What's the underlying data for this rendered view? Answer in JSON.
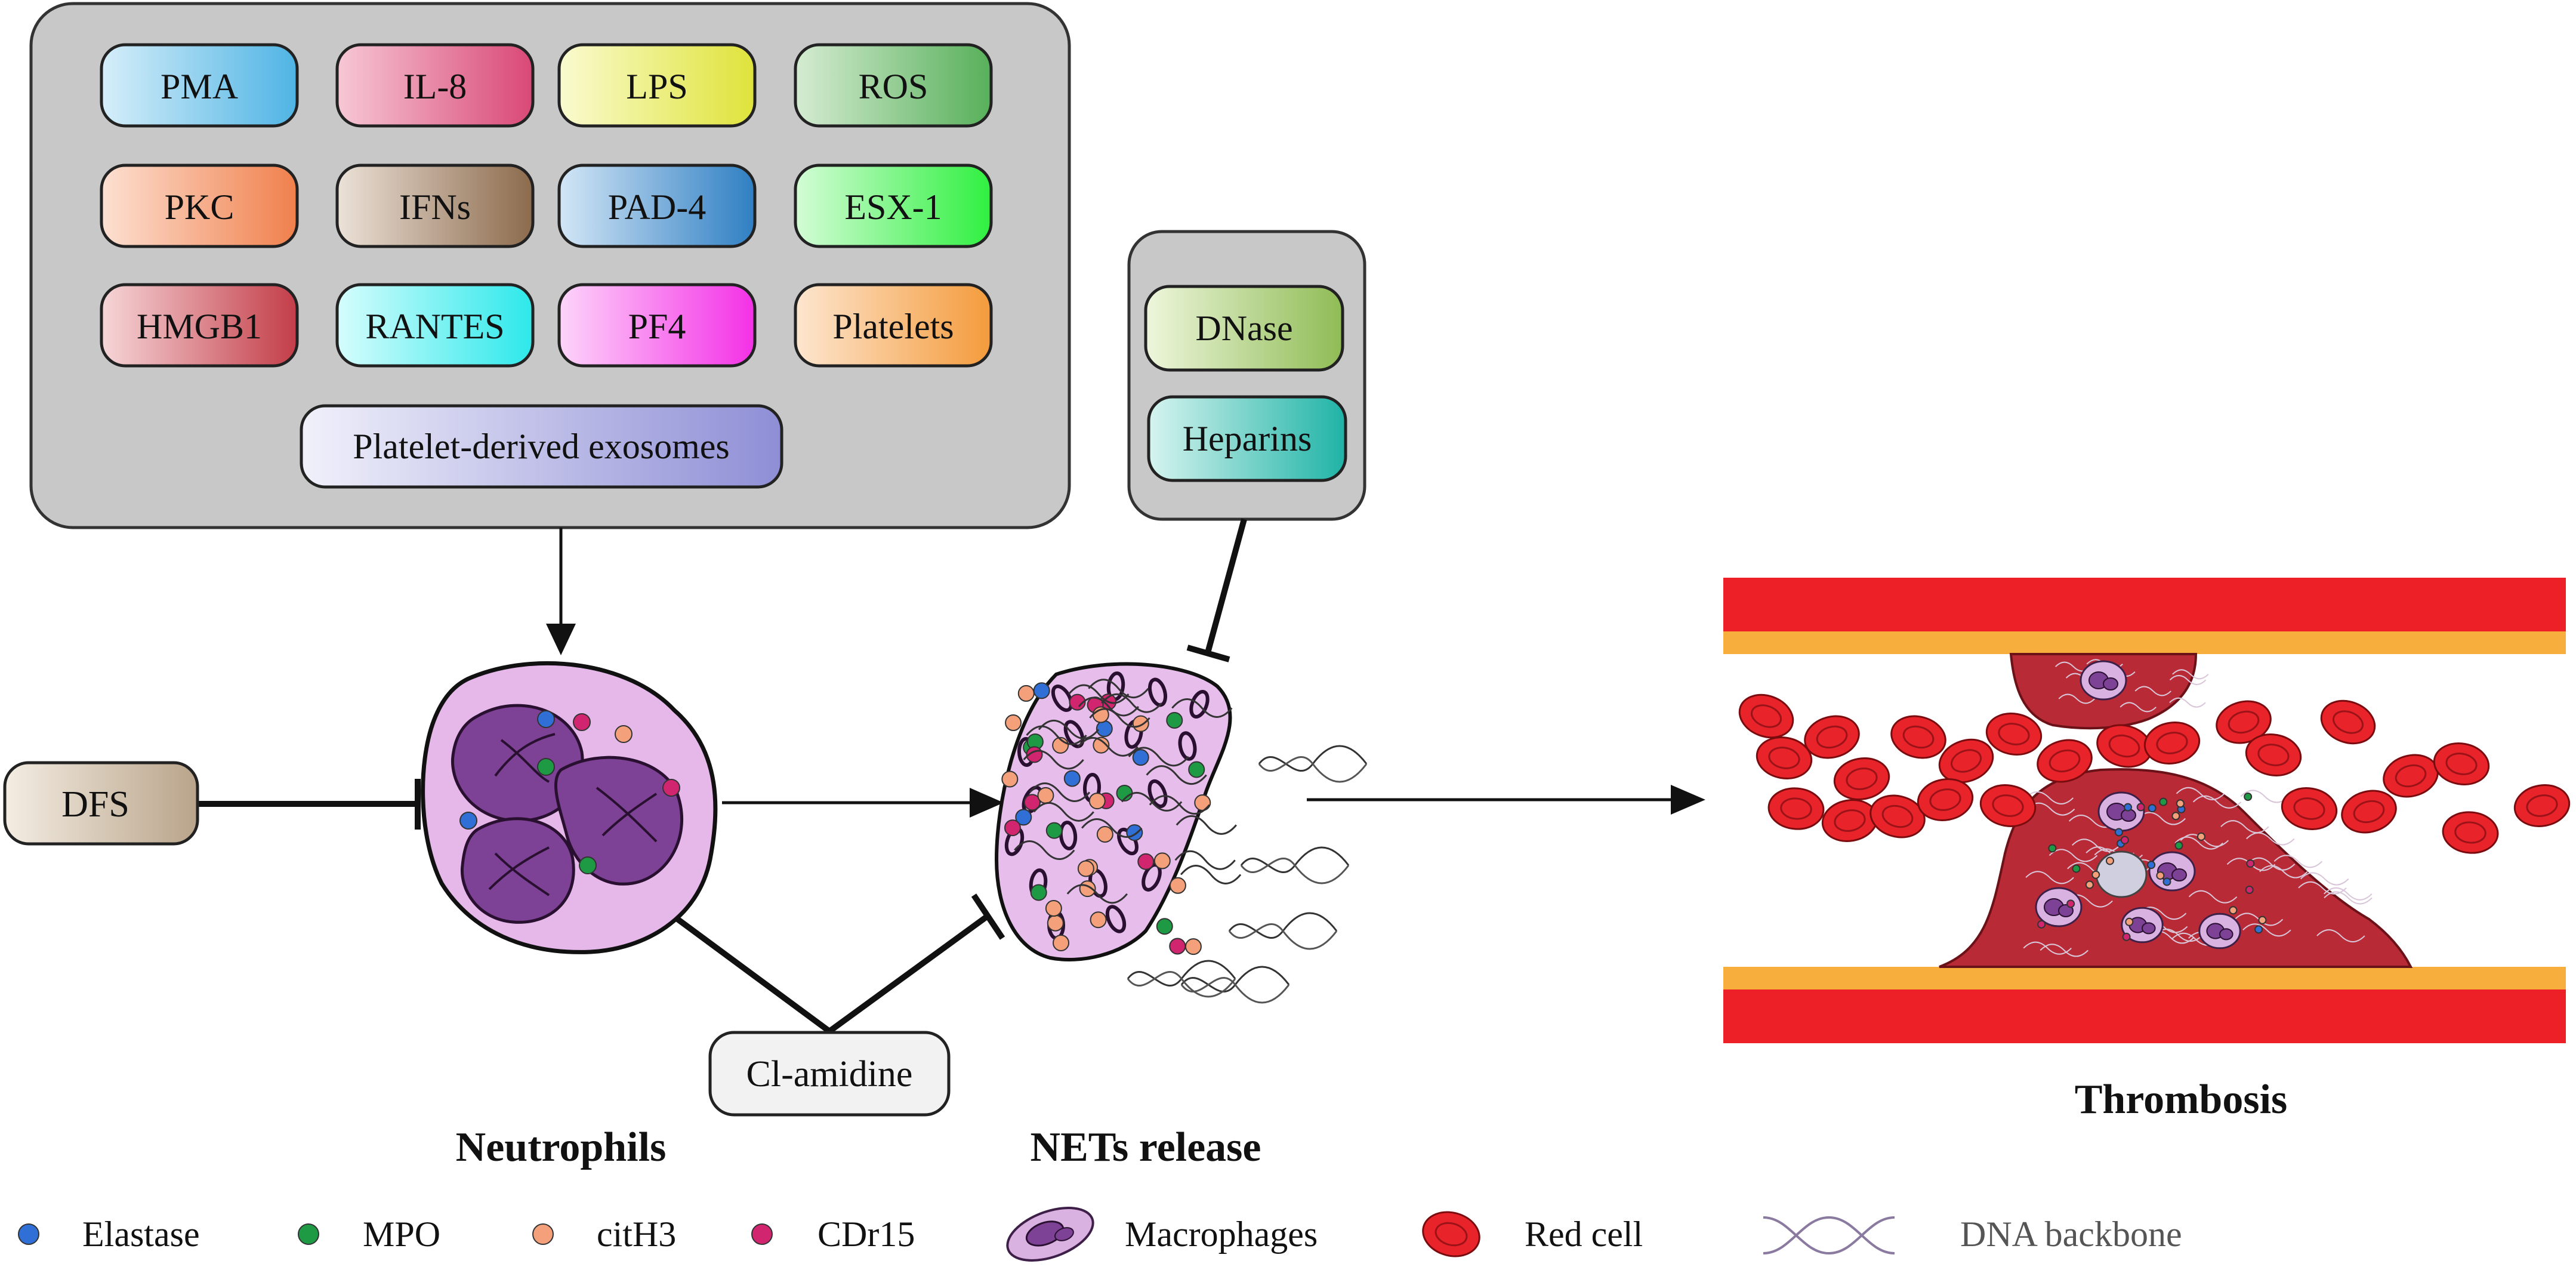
{
  "inducers": {
    "pills": [
      {
        "id": "pma",
        "label": "PMA",
        "c1": "#d6eefa",
        "c2": "#4fb4e4"
      },
      {
        "id": "il8",
        "label": "IL-8",
        "c1": "#f7c8d6",
        "c2": "#d94876"
      },
      {
        "id": "lps",
        "label": "LPS",
        "c1": "#fafbd0",
        "c2": "#dfe33a"
      },
      {
        "id": "ros",
        "label": "ROS",
        "c1": "#d5ecd2",
        "c2": "#57b05a"
      },
      {
        "id": "pkc",
        "label": "PKC",
        "c1": "#fde0d2",
        "c2": "#f0804c"
      },
      {
        "id": "ifns",
        "label": "IFNs",
        "c1": "#ece2d8",
        "c2": "#8c6a4c"
      },
      {
        "id": "pad4",
        "label": "PAD-4",
        "c1": "#d3e6f6",
        "c2": "#2f7fc3"
      },
      {
        "id": "esx1",
        "label": "ESX-1",
        "c1": "#d4fcd6",
        "c2": "#2ff040"
      },
      {
        "id": "hmgb1",
        "label": "HMGB1",
        "c1": "#f6d6d8",
        "c2": "#c33d48"
      },
      {
        "id": "rantes",
        "label": "RANTES",
        "c1": "#d6fdfd",
        "c2": "#2de8ea"
      },
      {
        "id": "pf4",
        "label": "PF4",
        "c1": "#fdd5fa",
        "c2": "#f430e6"
      },
      {
        "id": "platelets",
        "label": "Platelets",
        "c1": "#fde6cf",
        "c2": "#f49b3c"
      }
    ],
    "exosomes": {
      "label": "Platelet-derived exosomes",
      "c1": "#f1f1fb",
      "c2": "#8e8ed6"
    }
  },
  "inhibitors": {
    "dnase": {
      "label": "DNase",
      "c1": "#eef6dc",
      "c2": "#8fbc55"
    },
    "heparins": {
      "label": "Heparins",
      "c1": "#d6f4ef",
      "c2": "#1fb3a6"
    }
  },
  "dfs": {
    "label": "DFS"
  },
  "clamidine": {
    "label": "Cl-amidine"
  },
  "labels": {
    "neutrophils": "Neutrophils",
    "nets": "NETs release",
    "thrombosis": "Thrombosis"
  },
  "legend": [
    {
      "id": "elastase",
      "label": "Elastase",
      "color": "#2f6fd6",
      "icon": "dot-icon"
    },
    {
      "id": "mpo",
      "label": "MPO",
      "color": "#1e9a45",
      "icon": "dot-icon"
    },
    {
      "id": "cith3",
      "label": "citH3",
      "color": "#f4a07a",
      "icon": "dot-icon"
    },
    {
      "id": "cdr15",
      "label": "CDr15",
      "color": "#d1266f",
      "icon": "dot-icon"
    },
    {
      "id": "macrophages",
      "label": "Macrophages",
      "icon": "macrophage-icon"
    },
    {
      "id": "redcell",
      "label": "Red cell",
      "icon": "red-cell-icon"
    },
    {
      "id": "dna",
      "label": "DNA backbone",
      "icon": "dna-icon"
    }
  ],
  "colors": {
    "panel_fill": "#c8c8c8",
    "vessel_wall": "#ee2027",
    "vessel_inner": "#f7ae3d",
    "clot": "#b82a35",
    "red_cell": "#e8242a",
    "cell_membrane": "#e3b4e8",
    "nucleus": "#7a3f92"
  }
}
